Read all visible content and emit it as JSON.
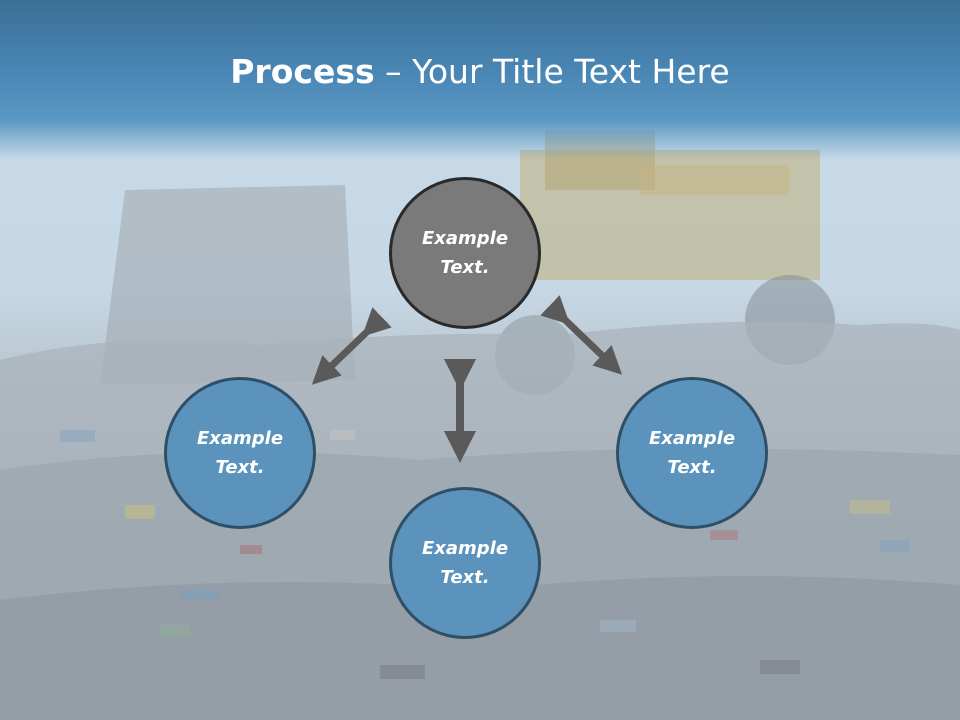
{
  "slide": {
    "title_bold": "Process",
    "title_dash": " – ",
    "title_rest": "Your Title Text Here"
  },
  "diagram": {
    "center": "Example Text.",
    "left": "Example Text.",
    "right": "Example Text.",
    "bottom": "Example Text."
  },
  "colors": {
    "title_bar": "#4a86b4",
    "circle_blue": "#5b93bd",
    "circle_grey": "#7a7a7a",
    "arrow": "#5a5a5a"
  }
}
